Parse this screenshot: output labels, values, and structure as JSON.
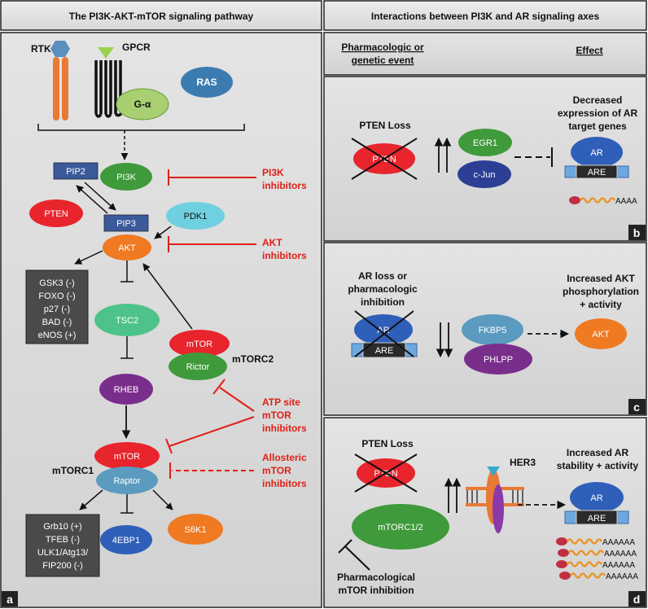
{
  "titles": {
    "left": "The PI3K-AKT-mTOR signaling pathway",
    "right": "Interactions between PI3K and AR signaling axes"
  },
  "panel_a": {
    "letter": "a",
    "rtk": "RTK",
    "gpcr": "GPCR",
    "g_alpha": "G-α",
    "ras": "RAS",
    "pip2": "PIP2",
    "pi3k": "PI3K",
    "pten": "PTEN",
    "pip3": "PIP3",
    "pdk1": "PDK1",
    "akt": "AKT",
    "akt_targets": [
      "GSK3 (-)",
      "FOXO (-)",
      "p27 (-)",
      "BAD (-)",
      "eNOS (+)"
    ],
    "tsc2": "TSC2",
    "mtor2": "mTOR",
    "rictor": "Rictor",
    "mtorc2": "mTORC2",
    "rheb": "RHEB",
    "mtor1": "mTOR",
    "raptor": "Raptor",
    "mtorc1": "mTORC1",
    "mtorc1_targets": [
      "Grb10 (+)",
      "TFEB (-)",
      "ULK1/Atg13/",
      "FIP200 (-)"
    ],
    "ebp1": "4EBP1",
    "s6k1": "S6K1",
    "inh_pi3k": [
      "PI3K",
      "inhibitors"
    ],
    "inh_akt": [
      "AKT",
      "inhibitors"
    ],
    "inh_atp": [
      "ATP site",
      "mTOR",
      "inhibitors"
    ],
    "inh_allo": [
      "Allosteric",
      "mTOR",
      "inhibitors"
    ]
  },
  "header_right": {
    "event": [
      "Pharmacologic or",
      "genetic event"
    ],
    "effect": "Effect"
  },
  "panel_b": {
    "letter": "b",
    "pten_loss": "PTEN Loss",
    "pten": "PTEN",
    "egr1": "EGR1",
    "cjun": "c-Jun",
    "effect": [
      "Decreased",
      "expression of AR",
      "target genes"
    ],
    "ar": "AR",
    "are": "ARE",
    "mrna": "AAAA"
  },
  "panel_c": {
    "letter": "c",
    "event": [
      "AR loss or",
      "pharmacologic",
      "inhibition"
    ],
    "ar": "AR",
    "are": "ARE",
    "fkbp5": "FKBP5",
    "phlpp": "PHLPP",
    "effect": [
      "Increased AKT",
      "phosphorylation",
      "+ activity"
    ],
    "akt": "AKT"
  },
  "panel_d": {
    "letter": "d",
    "pten_loss": "PTEN Loss",
    "pten": "PTEN",
    "mtorc12": "mTORC1/2",
    "her3": "HER3",
    "effect": [
      "Increased AR",
      "stability + activity"
    ],
    "ar": "AR",
    "are": "ARE",
    "mrna": "AAAAAA",
    "pharm": [
      "Pharmacological",
      "mTOR inhibition"
    ]
  },
  "colors": {
    "green": "#3f9a3c",
    "red": "#e8242c",
    "navy": "#2c3f95",
    "teal": "#5a9bbf",
    "cyan": "#6fd0e0",
    "orange": "#ef7a22",
    "purple": "#7a2e8c",
    "mint": "#4dc38a",
    "steel": "#3a5a9a",
    "gray_box": "#4a4a4a",
    "inhibitor_red": "#e02018"
  }
}
